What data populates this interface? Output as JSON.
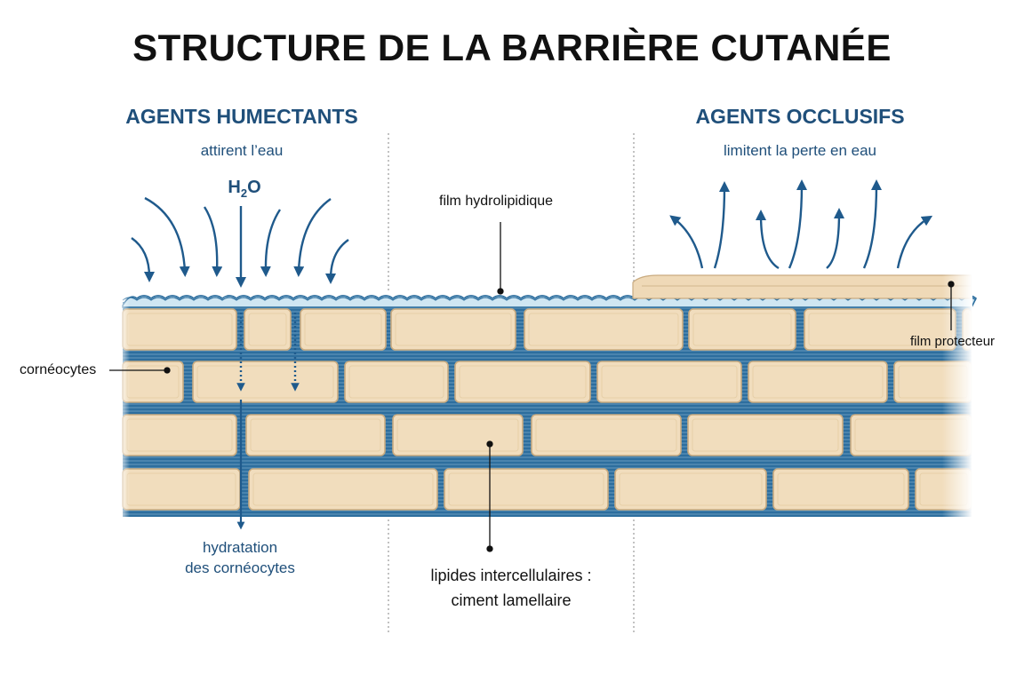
{
  "title": "STRUCTURE DE LA BARRIÈRE CUTANÉE",
  "humectants": {
    "title": "AGENTS HUMECTANTS",
    "subtitle": "attirent l’eau",
    "molecule_main": "H",
    "molecule_sub": "2",
    "molecule_tail": "O"
  },
  "occlusifs": {
    "title": "AGENTS OCCLUSIFS",
    "subtitle": "limitent la perte en eau"
  },
  "labels": {
    "film_hydrolipidique": "film hydrolipidique",
    "film_protecteur": "film protecteur",
    "corneocytes": "cornéocytes",
    "hydratation_line1": "hydratation",
    "hydratation_line2": "des cornéocytes",
    "lipides_line1": "lipides intercellulaires :",
    "lipides_line2": "ciment lamellaire"
  },
  "colors": {
    "brick_fill": "#f1ddbd",
    "brick_stroke": "#c9ab80",
    "mortar": "#2d6e9e",
    "mortar_light": "#b9d8ea",
    "arrow": "#1f5a8c",
    "text_blue": "#1f4f7a",
    "divider": "#9a9a9a",
    "protective_film": "#efd9b7"
  }
}
